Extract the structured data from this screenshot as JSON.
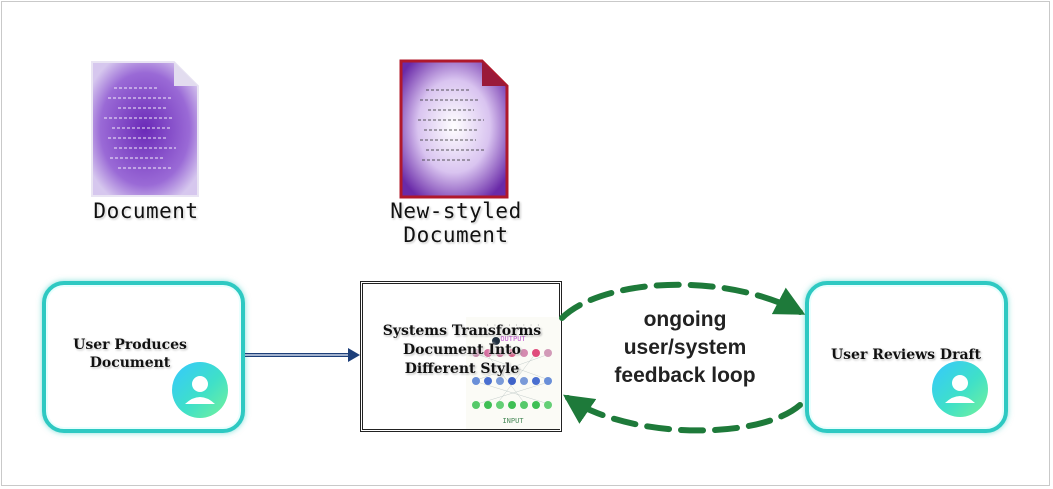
{
  "documents": {
    "original": {
      "caption": "Document",
      "icon": "document-icon",
      "color": "#7b3fbe"
    },
    "styled": {
      "caption_line1": "New-styled",
      "caption_line2": "Document",
      "icon": "styled-document-icon",
      "border_color": "#b0182b"
    }
  },
  "actors": {
    "producer": {
      "label_line1": "User Produces",
      "label_line2": "Document",
      "icon": "user-avatar-icon"
    },
    "reviewer": {
      "label": "User Reviews Draft",
      "icon": "user-avatar-icon"
    }
  },
  "system": {
    "label_line1": "Systems Transforms",
    "label_line2": "Document Into",
    "label_line3": "Different Style",
    "thumbnail_icon": "neural-network-icon",
    "thumbnail_top_text": "OUTPUT",
    "thumbnail_bottom_text": "INPUT"
  },
  "loop": {
    "line1": "ongoing",
    "line2": "user/system",
    "line3": "feedback loop",
    "color": "#1e7a3a"
  },
  "colors": {
    "accent": "#2ec9c2",
    "arrow": "#1d3f7a"
  }
}
